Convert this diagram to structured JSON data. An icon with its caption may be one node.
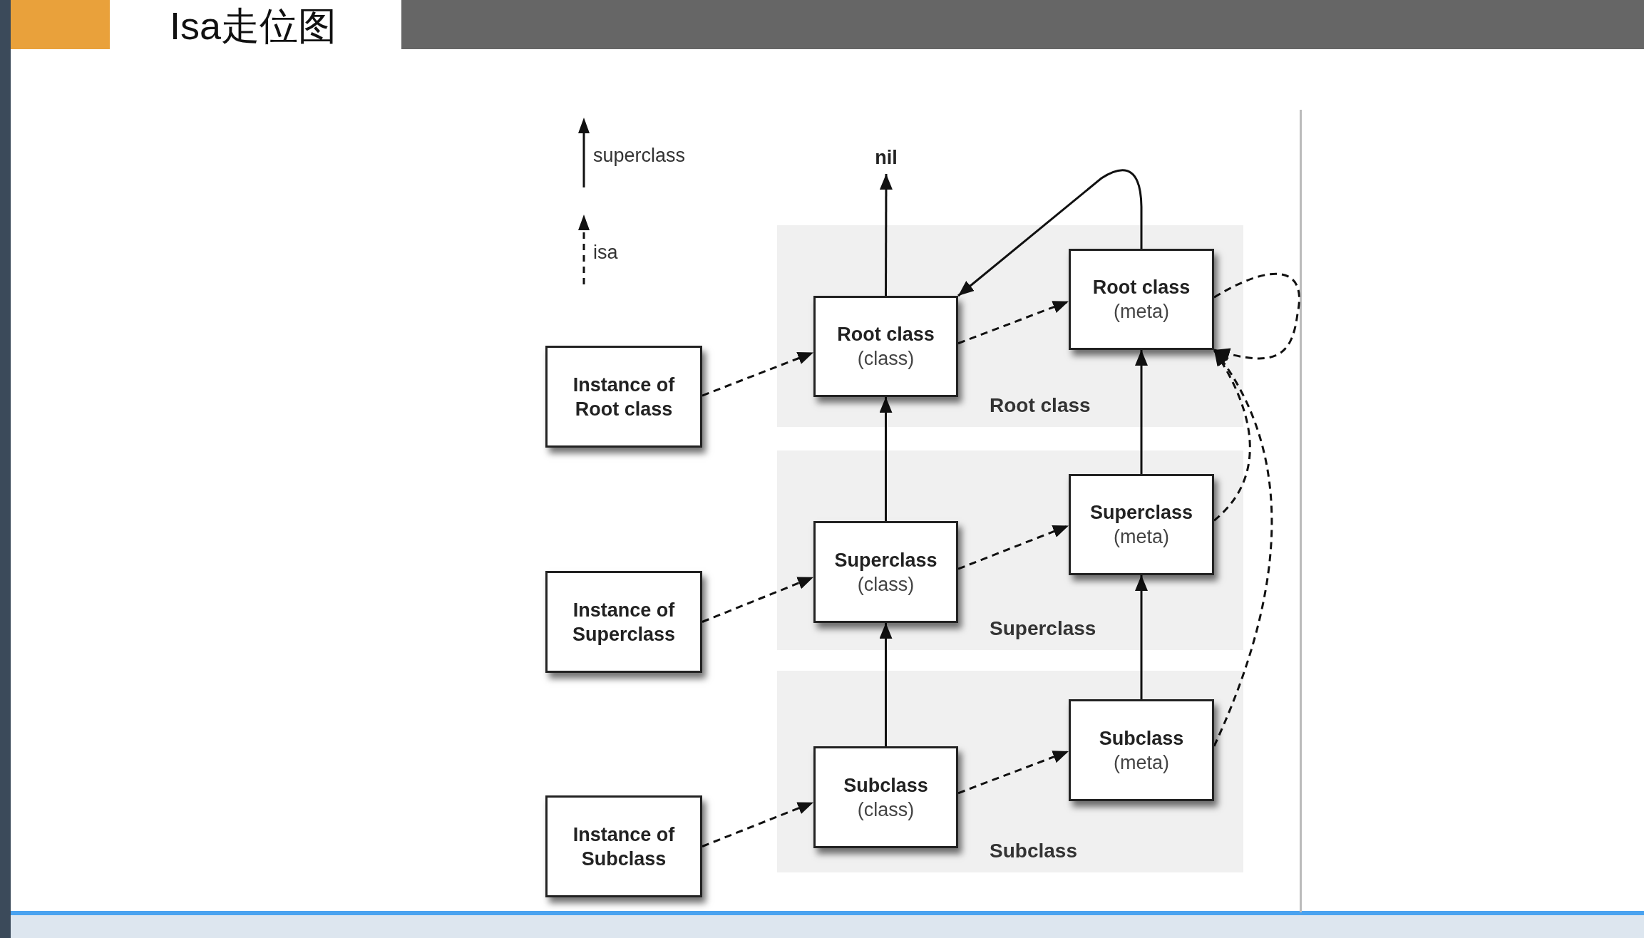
{
  "diagram": {
    "title": "Isa走位图",
    "nodes": [
      {
        "text": [
          "Root class"
        ]
      },
      {
        "text": [
          "Root class",
          "(class)"
        ],
        "in": 0
      },
      {
        "text": [
          "Root class",
          "(meta)"
        ],
        "in": 0
      },
      {
        "text": [
          "Superclass"
        ]
      },
      {
        "text": [
          "Superclass",
          "(class)"
        ],
        "in": 3
      },
      {
        "text": [
          "Superclass",
          "(meta)"
        ],
        "in": 3
      },
      {
        "text": [
          "Subclass"
        ]
      },
      {
        "text": [
          "Subclass",
          "(class)"
        ],
        "in": 6
      },
      {
        "text": [
          "Subclass",
          "(meta)"
        ],
        "in": 6
      },
      {
        "text": [
          "Instance of Root class"
        ]
      },
      {
        "text": [
          "Instance of Superclass"
        ]
      },
      {
        "text": [
          "Instance of Subclass"
        ]
      },
      {
        "text": [
          "nil"
        ]
      }
    ],
    "edges": [
      {
        "from": 1,
        "to": 12,
        "arrow": "to"
      },
      {
        "from": 4,
        "to": 1,
        "arrow": "to"
      },
      {
        "from": 7,
        "to": 4,
        "arrow": "to"
      },
      {
        "from": 2,
        "to": 1,
        "arrow": "to"
      },
      {
        "from": 5,
        "to": 2,
        "arrow": "to"
      },
      {
        "from": 8,
        "to": 5,
        "arrow": "to"
      },
      {
        "from": 9,
        "to": 1,
        "arrow": "to",
        "style": "dashed"
      },
      {
        "from": 10,
        "to": 4,
        "arrow": "to",
        "style": "dashed"
      },
      {
        "from": 11,
        "to": 7,
        "arrow": "to",
        "style": "dashed"
      },
      {
        "from": 1,
        "to": 2,
        "arrow": "to",
        "style": "dashed"
      },
      {
        "from": 4,
        "to": 5,
        "arrow": "to",
        "style": "dashed"
      },
      {
        "from": 7,
        "to": 8,
        "arrow": "to",
        "style": "dashed"
      },
      {
        "from": 2,
        "to": 2,
        "arrow": "to",
        "style": "dashed"
      },
      {
        "from": 5,
        "to": 2,
        "arrow": "to",
        "style": "dashed"
      },
      {
        "from": 8,
        "to": 2,
        "arrow": "to",
        "style": "dashed"
      }
    ],
    "legend": [
      {
        "text": "superclass"
      },
      {
        "text": "isa"
      }
    ]
  }
}
